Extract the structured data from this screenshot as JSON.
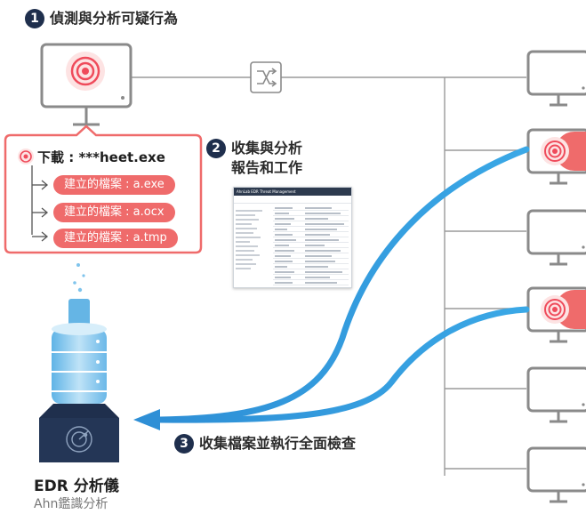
{
  "steps": {
    "step1": {
      "num": "1",
      "text": "偵測與分析可疑行為"
    },
    "step2": {
      "num": "2",
      "line1": "收集與分析",
      "line2": "報告和工作"
    },
    "step3": {
      "num": "3",
      "text": "收集檔案並執行全面檢查"
    }
  },
  "callout": {
    "title": "下載 : ***heet.exe",
    "items": [
      "建立的檔案 : a.exe",
      "建立的檔案 : a.ocx",
      "建立的檔案 : a.tmp"
    ]
  },
  "report": {
    "header": "AhnLab EDR Threat Management"
  },
  "edr": {
    "name": "EDR 分析儀",
    "sub": "Ahn鑑識分析"
  },
  "colors": {
    "navy": "#1f2f4d",
    "alert_red": "#ef6b6b",
    "flow_blue": "#2e8fd6",
    "line_gray": "#9a9a9a",
    "server_blue": "#7fc4ec"
  },
  "icons": [
    "alert-target-icon",
    "network-switch-icon",
    "database-server-icon",
    "radar-icon"
  ]
}
